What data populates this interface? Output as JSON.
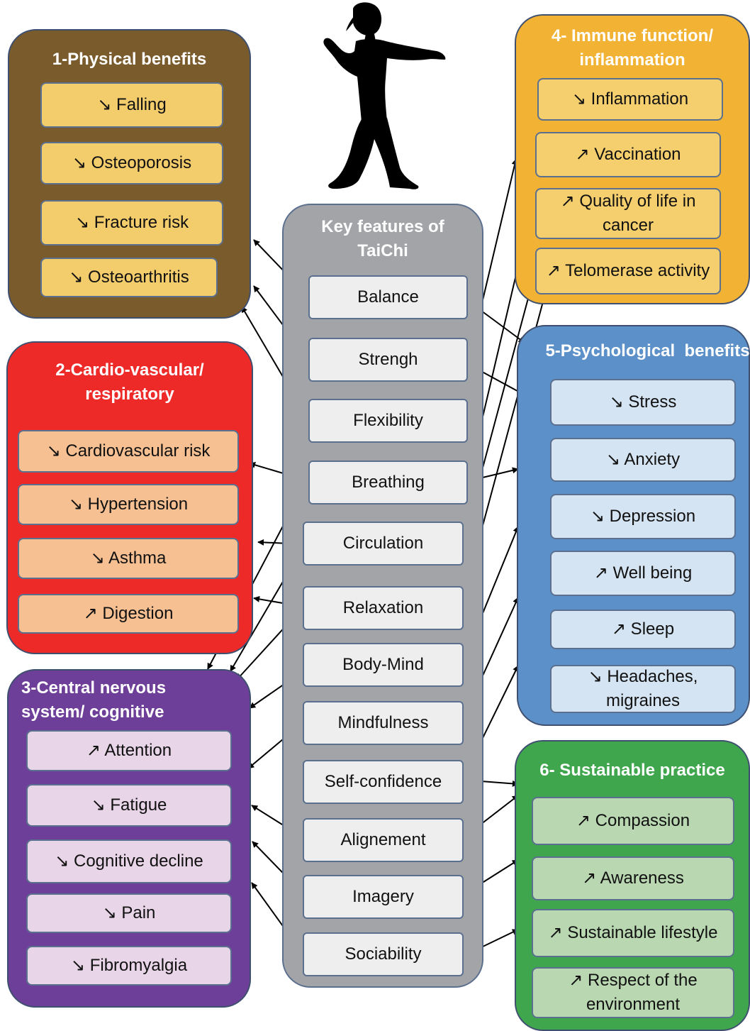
{
  "center": {
    "title": "Key features of TaiChi",
    "features": [
      "Balance",
      "Strengh",
      "Flexibility",
      "Breathing",
      "Circulation",
      "Relaxation",
      "Body-Mind",
      "Mindfulness",
      "Self-confidence",
      "Alignement",
      "Imagery",
      "Sociability"
    ]
  },
  "panels": {
    "physical": {
      "title": "1-Physical benefits",
      "items": [
        "↘ Falling",
        "↘ Osteoporosis",
        "↘ Fracture risk",
        "↘ Osteoarthritis"
      ]
    },
    "cardio": {
      "title": "2-Cardio-vascular/ respiratory",
      "items": [
        "↘ Cardiovascular risk",
        "↘  Hypertension",
        "↘ Asthma",
        "↗ Digestion"
      ]
    },
    "cns": {
      "title": "3-Central nervous system/ cognitive",
      "items": [
        "↗ Attention",
        "↘ Fatigue",
        "↘ Cognitive decline",
        "↘ Pain",
        "↘ Fibromyalgia"
      ]
    },
    "immune": {
      "title": "4- Immune function/ inflammation",
      "items": [
        "↘ Inflammation",
        "↗ Vaccination",
        "↗ Quality of life in cancer",
        "↗ Telomerase activity"
      ]
    },
    "psych": {
      "title": "5-Psychological  benefits",
      "items": [
        "↘ Stress",
        "↘ Anxiety",
        "↘ Depression",
        "↗ Well being",
        "↗ Sleep",
        "↘ Headaches, migraines"
      ]
    },
    "sustainable": {
      "title": "6- Sustainable practice",
      "items": [
        "↗ Compassion",
        "↗ Awareness",
        "↗ Sustainable lifestyle",
        "↗ Respect of the environment"
      ]
    }
  },
  "figure_icon": "taichi-practitioner-silhouette"
}
